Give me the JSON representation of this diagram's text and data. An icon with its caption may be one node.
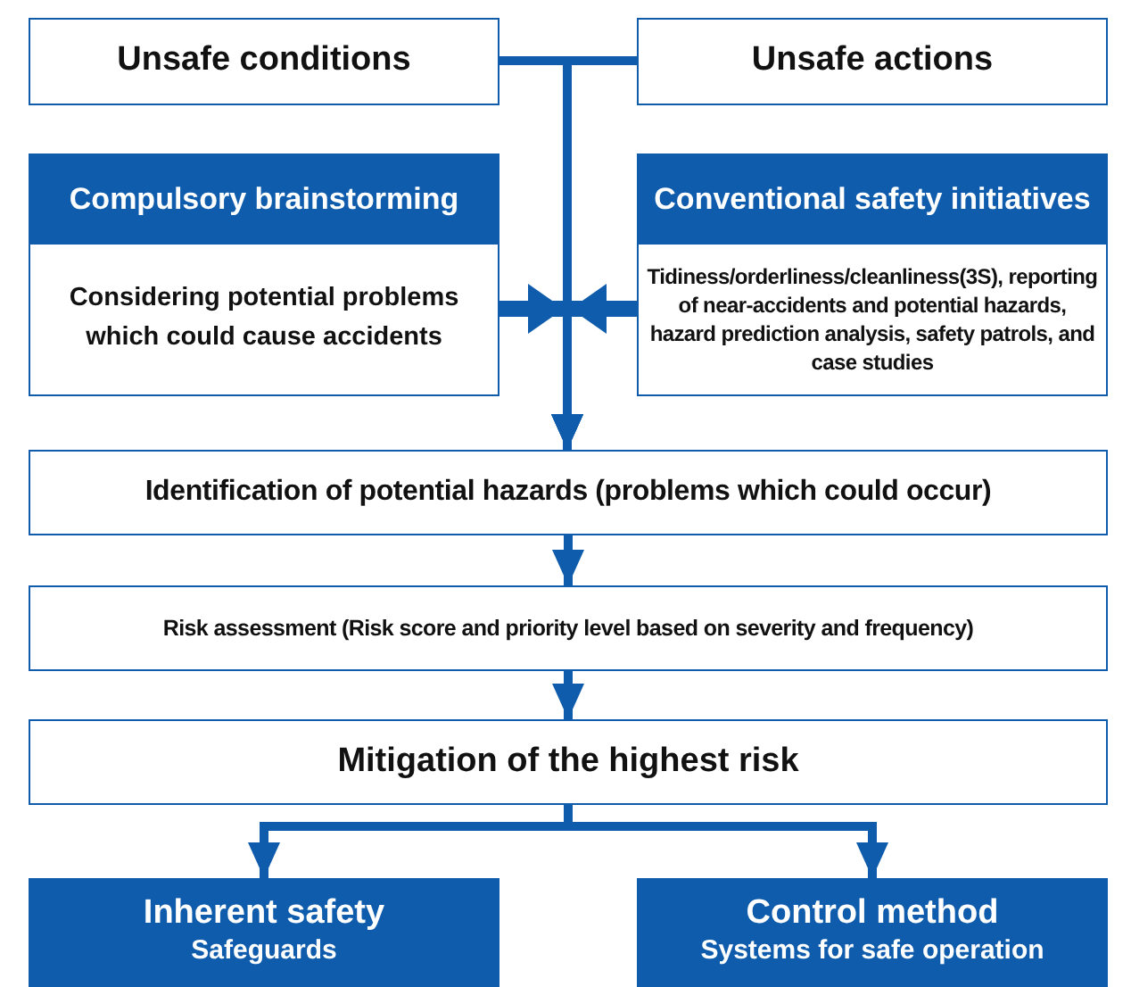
{
  "diagram": {
    "nodes": [
      {
        "text": [
          "Unsafe conditions"
        ]
      },
      {
        "text": [
          "Unsafe actions"
        ]
      },
      {
        "text": [
          "Compulsory brainstorming",
          "Considering potential problems which could cause accidents"
        ]
      },
      {
        "text": [
          "Conventional safety initiatives",
          "Tidiness/orderliness/cleanliness(3S), reporting of near-accidents and potential hazards, hazard prediction analysis, safety patrols, and case studies"
        ]
      },
      {
        "text": [
          "Identification of potential hazards (problems which could occur)"
        ]
      },
      {
        "text": [
          "Risk assessment (Risk score and priority level based on severity and frequency)"
        ]
      },
      {
        "text": [
          "Mitigation of the highest risk"
        ]
      },
      {
        "text": [
          "Inherent safety",
          "Safeguards"
        ]
      },
      {
        "text": [
          "Control method",
          "Systems for safe operation"
        ]
      }
    ],
    "edges": [
      {
        "from": 0,
        "to": 4,
        "arrow": "to"
      },
      {
        "from": 1,
        "to": 4,
        "arrow": "to"
      },
      {
        "from": 2,
        "to": 4,
        "arrow": "to"
      },
      {
        "from": 3,
        "to": 4,
        "arrow": "to"
      },
      {
        "from": 4,
        "to": 5,
        "arrow": "to"
      },
      {
        "from": 5,
        "to": 6,
        "arrow": "to"
      },
      {
        "from": 6,
        "to": 7,
        "arrow": "to"
      },
      {
        "from": 6,
        "to": 8,
        "arrow": "to"
      }
    ]
  }
}
